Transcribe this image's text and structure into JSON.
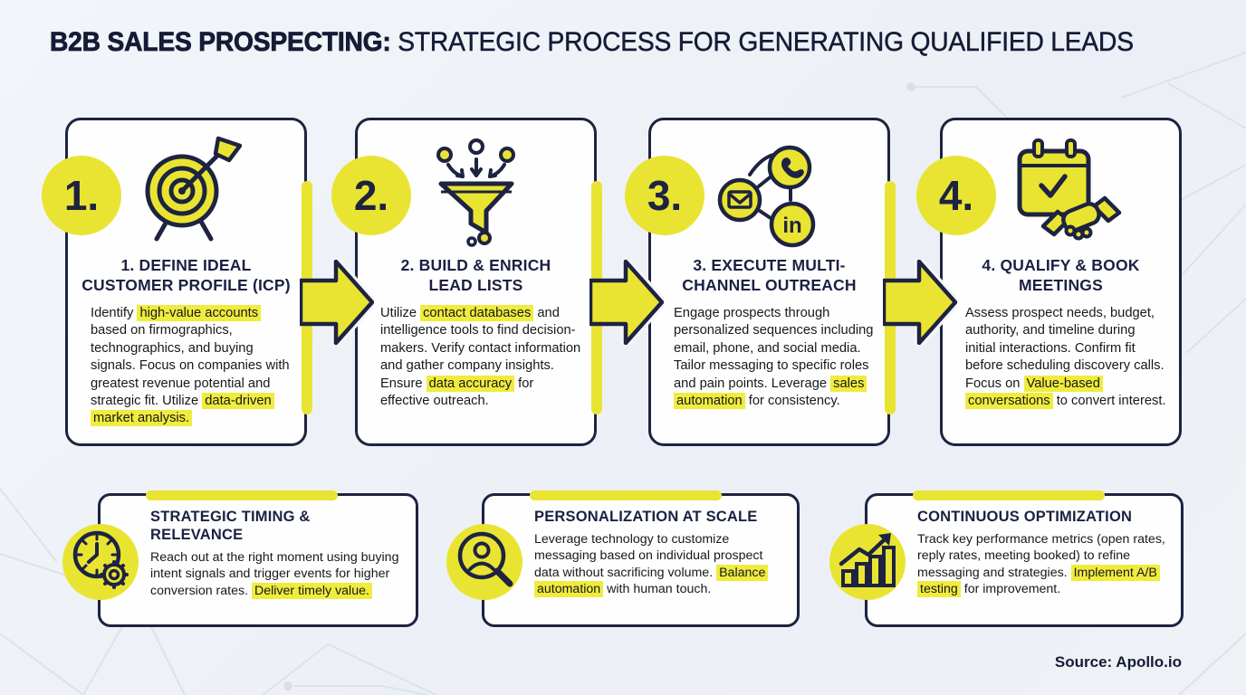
{
  "title": {
    "bold": "B2B SALES PROSPECTING:",
    "regular": " STRATEGIC PROCESS FOR GENERATING QUALIFIED LEADS"
  },
  "steps": [
    {
      "number": "1.",
      "icon": "target-arrow-icon",
      "heading": [
        "1. DEFINE IDEAL",
        "CUSTOMER PROFILE (ICP)"
      ],
      "body": [
        {
          "t": "Identify ",
          "h": false
        },
        {
          "t": "high-value accounts",
          "h": true
        },
        {
          "t": " based on firmographics, technographics, and buying signals. Focus on companies with greatest revenue potential and strategic fit. Utilize ",
          "h": false
        },
        {
          "t": "data-driven market analysis.",
          "h": true
        }
      ]
    },
    {
      "number": "2.",
      "icon": "funnel-icon",
      "heading": [
        "2. BUILD & ENRICH",
        "LEAD LISTS"
      ],
      "body": [
        {
          "t": "Utilize ",
          "h": false
        },
        {
          "t": "contact databases",
          "h": true
        },
        {
          "t": " and intelligence tools to find decision-makers. Verify contact information and gather company insights. Ensure ",
          "h": false
        },
        {
          "t": "data accuracy",
          "h": true
        },
        {
          "t": " for effective outreach.",
          "h": false
        }
      ]
    },
    {
      "number": "3.",
      "icon": "multichannel-share-icon",
      "linkedin_glyph": "in",
      "heading": [
        "3. EXECUTE MULTI-",
        "CHANNEL OUTREACH"
      ],
      "body": [
        {
          "t": "Engage prospects through personalized sequences including email, phone, and social media. Tailor messaging to specific roles and pain points. Leverage ",
          "h": false
        },
        {
          "t": "sales automation",
          "h": true
        },
        {
          "t": " for consistency.",
          "h": false
        }
      ]
    },
    {
      "number": "4.",
      "icon": "calendar-handshake-icon",
      "heading": [
        "4. QUALIFY & BOOK",
        "MEETINGS"
      ],
      "body": [
        {
          "t": "Assess prospect needs, budget, authority, and timeline during initial interactions. Confirm fit before scheduling discovery calls. Focus on ",
          "h": false
        },
        {
          "t": "Value-based conversations",
          "h": true
        },
        {
          "t": " to convert interest.",
          "h": false
        }
      ]
    }
  ],
  "tips": [
    {
      "icon": "clock-gear-icon",
      "heading": [
        "STRATEGIC TIMING &",
        "RELEVANCE"
      ],
      "body": [
        {
          "t": "Reach out at the right moment using buying intent signals and trigger events for higher conversion rates. ",
          "h": false
        },
        {
          "t": "Deliver timely value.",
          "h": true
        }
      ]
    },
    {
      "icon": "prospect-magnifier-icon",
      "heading": [
        "PERSONALIZATION AT SCALE"
      ],
      "body": [
        {
          "t": "Leverage technology to customize messaging based on individual prospect data without sacrificing volume. ",
          "h": false
        },
        {
          "t": "Balance automation",
          "h": true
        },
        {
          "t": " with human touch.",
          "h": false
        }
      ]
    },
    {
      "icon": "growth-chart-icon",
      "heading": [
        "CONTINUOUS OPTIMIZATION"
      ],
      "body": [
        {
          "t": "Track key performance metrics (open rates, reply rates, meeting booked) to refine messaging and strategies. ",
          "h": false
        },
        {
          "t": "Implement A/B testing",
          "h": true
        },
        {
          "t": " for improvement.",
          "h": false
        }
      ]
    }
  ],
  "source": "Source: Apollo.io",
  "colors": {
    "yellow": "#e9e432",
    "highlight": "#f0ec3e",
    "navy": "#1d2340",
    "background": "#eef1f6",
    "card": "#fefefe"
  }
}
